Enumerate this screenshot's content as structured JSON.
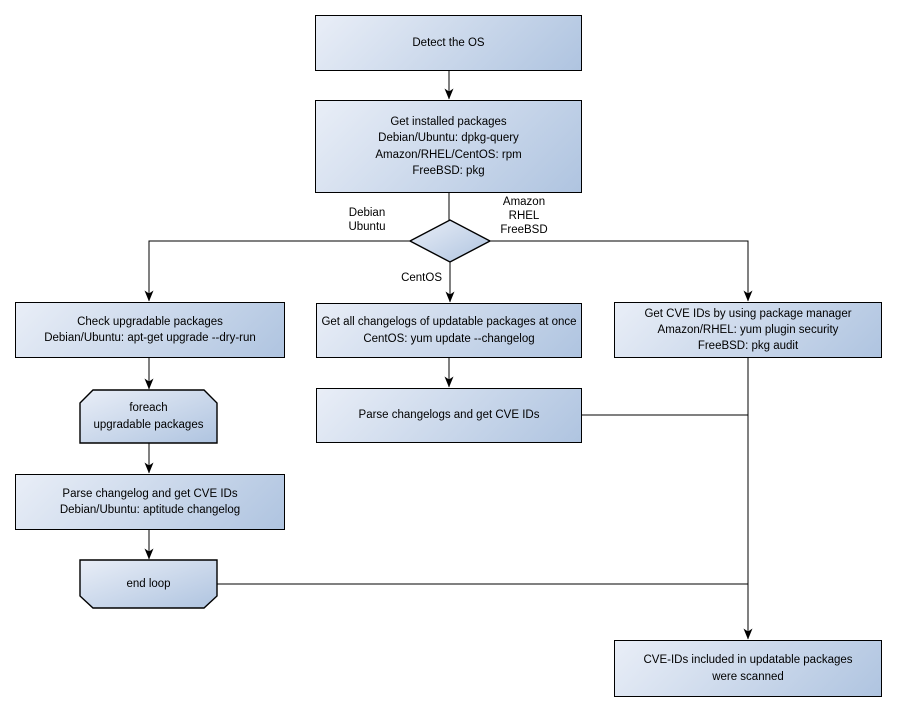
{
  "diagram": {
    "type": "flowchart",
    "nodes": {
      "detect_os": {
        "label": "Detect the OS",
        "shape": "rect"
      },
      "get_installed_packages": {
        "label": "Get installed packages\nDebian/Ubuntu: dpkg-query\nAmazon/RHEL/CentOS: rpm\nFreeBSD: pkg",
        "shape": "rect"
      },
      "os_decision": {
        "label": "",
        "shape": "diamond"
      },
      "check_upgradable": {
        "label": "Check upgradable packages\nDebian/Ubuntu: apt-get upgrade --dry-run",
        "shape": "rect"
      },
      "foreach_loop": {
        "label": "foreach\nupgradable  packages",
        "shape": "loop-start"
      },
      "parse_changelog_debian": {
        "label": "Parse changelog and get  CVE IDs\nDebian/Ubuntu: aptitude changelog",
        "shape": "rect"
      },
      "end_loop": {
        "label": "end loop",
        "shape": "loop-end"
      },
      "get_all_changelogs": {
        "label": "Get all changelogs of updatable packages at once\nCentOS: yum update --changelog",
        "shape": "rect"
      },
      "parse_changelogs_centos": {
        "label": "Parse changelogs and get CVE IDs",
        "shape": "rect"
      },
      "get_cve_ids_pkg_manager": {
        "label": "Get CVE IDs by using package manager\nAmazon/RHEL: yum plugin security\nFreeBSD: pkg audit",
        "shape": "rect"
      },
      "cve_scanned": {
        "label": "CVE-IDs included in updatable packages\nwere scanned",
        "shape": "rect"
      }
    },
    "edge_labels": {
      "debian_ubuntu": "Debian\nUbuntu",
      "amazon_rhel_freebsd": "Amazon\nRHEL\nFreeBSD",
      "centos": "CentOS"
    },
    "colors": {
      "background": "#ffffff",
      "node_fill_start": "#e9eef7",
      "node_fill_end": "#afc4e0",
      "node_border": "#000000",
      "connector": "#000000",
      "text": "#000000"
    }
  }
}
